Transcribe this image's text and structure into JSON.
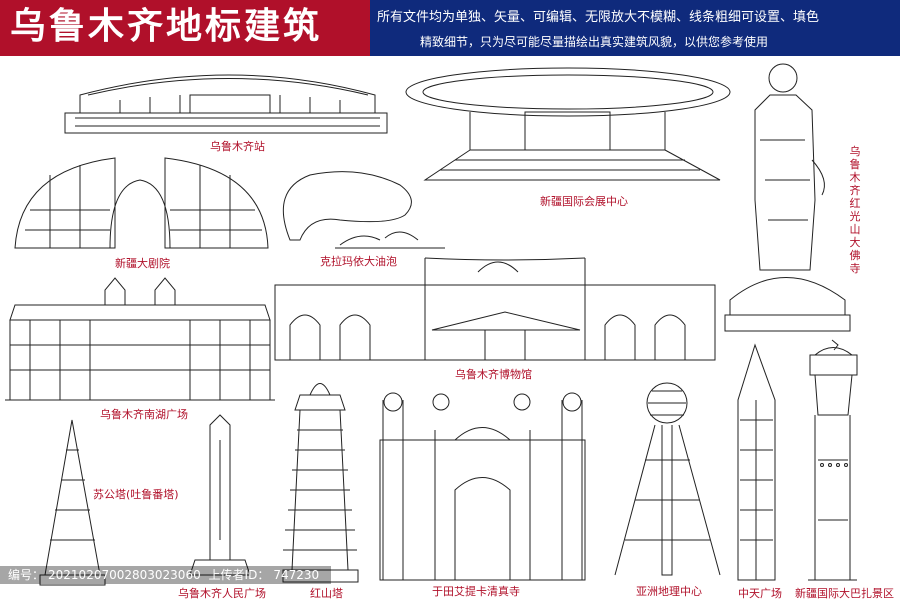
{
  "header": {
    "title": "乌鲁木齐地标建筑",
    "desc_line1": "所有文件均为单独、矢量、可编辑、无限放大不模糊、线条粗细可设置、填色",
    "desc_line2": "精致细节，只为尽可能尽量描绘出真实建筑风貌，以供您参考使用"
  },
  "landmarks": {
    "station": "乌鲁木齐站",
    "expo": "新疆国际会展中心",
    "buddha": "乌鲁木齐红光山大佛寺",
    "theater": "新疆大剧院",
    "karamay": "克拉玛依大油泡",
    "museum": "乌鲁木齐博物馆",
    "nanhu": "乌鲁木齐南湖广场",
    "sugong": "苏公塔(吐鲁番塔)",
    "people": "乌鲁木齐人民广场",
    "hongshan": "红山塔",
    "mosque": "于田艾提卡清真寺",
    "asia": "亚洲地理中心",
    "zhongtian": "中天广场",
    "bazaar": "新疆国际大巴扎景区"
  },
  "footer": {
    "id_label": "编号：",
    "id_value": "20210207002803023060",
    "uploader_label": "上传者ID：",
    "uploader_value": "747230"
  },
  "colors": {
    "title_bg": "#b0102a",
    "header_bg": "#0f2a7c",
    "label": "#b0102a",
    "line": "#222222"
  }
}
